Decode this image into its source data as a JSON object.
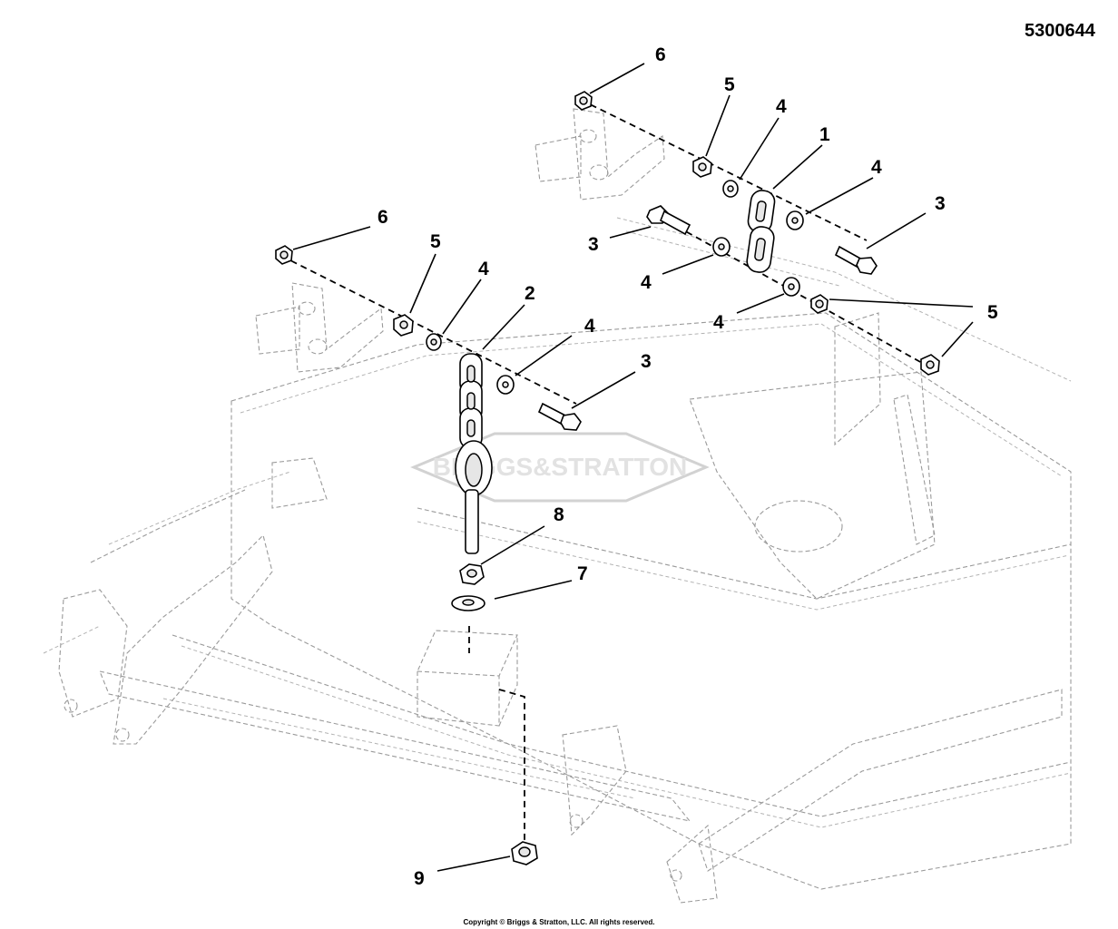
{
  "diagram_id": "5300644",
  "copyright": "Copyright © Briggs & Stratton, LLC. All rights reserved.",
  "watermark": "BRIGGS&STRATTON",
  "callouts": {
    "c6a": "6",
    "c5a": "5",
    "c4a": "4",
    "c1": "1",
    "c4b": "4",
    "c3a": "3",
    "c3b": "3",
    "c4c": "4",
    "c4d": "4",
    "c5b": "5",
    "c6b": "6",
    "c5c": "5",
    "c4e": "4",
    "c2": "2",
    "c4f": "4",
    "c3c": "3",
    "c8": "8",
    "c7": "7",
    "c9": "9"
  }
}
